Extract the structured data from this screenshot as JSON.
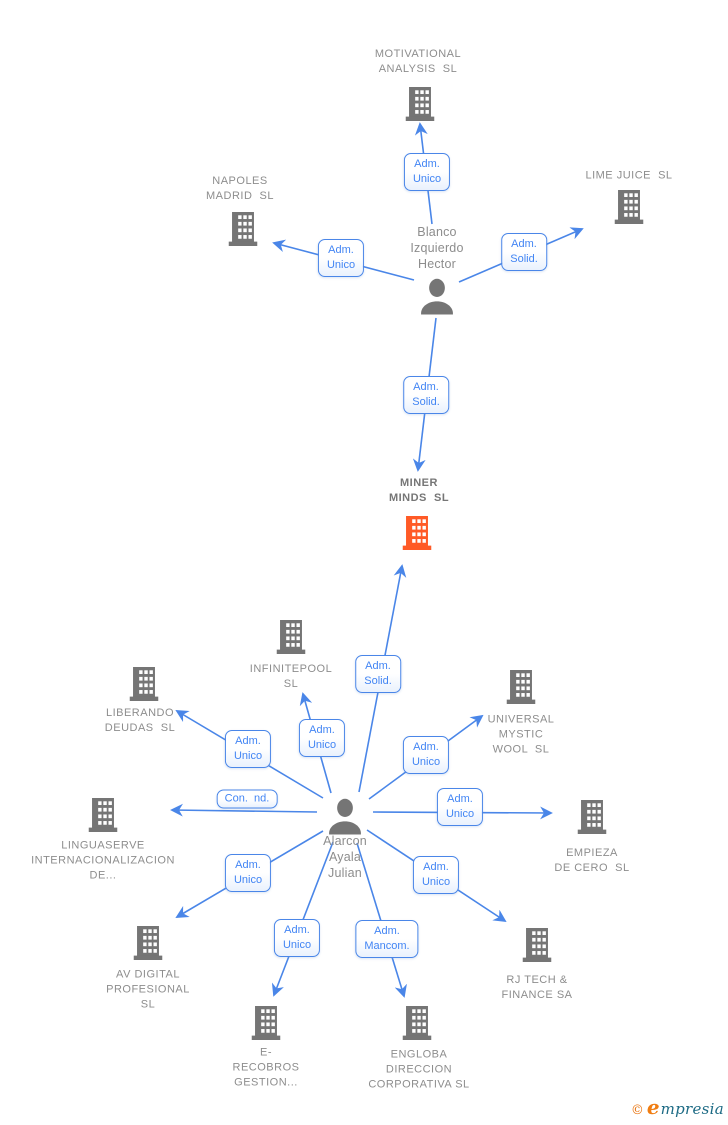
{
  "diagram_type": "corporate-relationship-network",
  "colors": {
    "edge_blue": "#4a86e8",
    "label_text_blue": "#4285f4",
    "company_text_gray": "#8d8d8d",
    "icon_gray": "#757575",
    "highlight_orange": "#ff5a26",
    "watermark_orange": "#f07d12",
    "watermark_teal": "#1c6a84"
  },
  "icons": {
    "company": "building-icon",
    "person": "person-icon"
  },
  "nodes": {
    "persons": [
      {
        "name": "Blanco Izquierdo Hector",
        "label": "Blanco\nIzquierdo\nHector"
      },
      {
        "name": "Alarcon Ayala Julian",
        "label": "Alarcon\nAyala\nJulian"
      }
    ],
    "companies": [
      {
        "name": "MOTIVATIONAL ANALYSIS SL",
        "label": "MOTIVATIONAL\nANALYSIS  SL",
        "highlighted": false
      },
      {
        "name": "NAPOLES MADRID SL",
        "label": "NAPOLES\nMADRID  SL",
        "highlighted": false
      },
      {
        "name": "LIME JUICE SL",
        "label": "LIME JUICE  SL",
        "highlighted": false
      },
      {
        "name": "MINER MINDS SL",
        "label": "MINER\nMINDS  SL",
        "highlighted": true
      },
      {
        "name": "INFINITEPOOL SL",
        "label": "INFINITEPOOL\nSL",
        "highlighted": false
      },
      {
        "name": "LIBERANDO DEUDAS SL",
        "label": "LIBERANDO\nDEUDAS  SL",
        "highlighted": false
      },
      {
        "name": "UNIVERSAL MYSTIC WOOL SL",
        "label": "UNIVERSAL\nMYSTIC\nWOOL  SL",
        "highlighted": false
      },
      {
        "name": "LINGUASERVE INTERNACIONALIZACION DE...",
        "label": "LINGUASERVE\nINTERNACIONALIZACION\nDE...",
        "highlighted": false
      },
      {
        "name": "EMPIEZA DE CERO SL",
        "label": "EMPIEZA\nDE CERO  SL",
        "highlighted": false
      },
      {
        "name": "AV DIGITAL PROFESIONAL SL",
        "label": "AV DIGITAL\nPROFESIONAL\nSL",
        "highlighted": false
      },
      {
        "name": "RJ TECH & FINANCE SA",
        "label": "RJ TECH &\nFINANCE SA",
        "highlighted": false
      },
      {
        "name": "E-RECOBROS GESTION...",
        "label": "E-\nRECOBROS\nGESTION...",
        "highlighted": false
      },
      {
        "name": "ENGLOBA DIRECCION CORPORATIVA SL",
        "label": "ENGLOBA\nDIRECCION\nCORPORATIVA SL",
        "highlighted": false
      }
    ]
  },
  "edges": [
    {
      "from": "Blanco Izquierdo Hector",
      "to": "MOTIVATIONAL ANALYSIS SL",
      "label": "Adm.\nUnico"
    },
    {
      "from": "Blanco Izquierdo Hector",
      "to": "NAPOLES MADRID SL",
      "label": "Adm.\nUnico"
    },
    {
      "from": "Blanco Izquierdo Hector",
      "to": "LIME JUICE SL",
      "label": "Adm.\nSolid."
    },
    {
      "from": "Blanco Izquierdo Hector",
      "to": "MINER MINDS SL",
      "label": "Adm.\nSolid."
    },
    {
      "from": "Alarcon Ayala Julian",
      "to": "MINER MINDS SL",
      "label": "Adm.\nSolid."
    },
    {
      "from": "Alarcon Ayala Julian",
      "to": "INFINITEPOOL SL",
      "label": "Adm.\nUnico"
    },
    {
      "from": "Alarcon Ayala Julian",
      "to": "LIBERANDO DEUDAS SL",
      "label": "Adm.\nUnico"
    },
    {
      "from": "Alarcon Ayala Julian",
      "to": "UNIVERSAL MYSTIC WOOL SL",
      "label": "Adm.\nUnico"
    },
    {
      "from": "Alarcon Ayala Julian",
      "to": "LINGUASERVE INTERNACIONALIZACION DE...",
      "label": "Con.  nd."
    },
    {
      "from": "Alarcon Ayala Julian",
      "to": "EMPIEZA DE CERO SL",
      "label": "Adm.\nUnico"
    },
    {
      "from": "Alarcon Ayala Julian",
      "to": "AV DIGITAL PROFESIONAL SL",
      "label": "Adm.\nUnico"
    },
    {
      "from": "Alarcon Ayala Julian",
      "to": "RJ TECH & FINANCE SA",
      "label": "Adm.\nUnico"
    },
    {
      "from": "Alarcon Ayala Julian",
      "to": "E-RECOBROS GESTION...",
      "label": "Adm.\nUnico"
    },
    {
      "from": "Alarcon Ayala Julian",
      "to": "ENGLOBA DIRECCION CORPORATIVA SL",
      "label": "Adm.\nMancom."
    }
  ],
  "watermark": {
    "copyright": "©",
    "brand_initial": "e",
    "brand_rest": "mpresia"
  }
}
